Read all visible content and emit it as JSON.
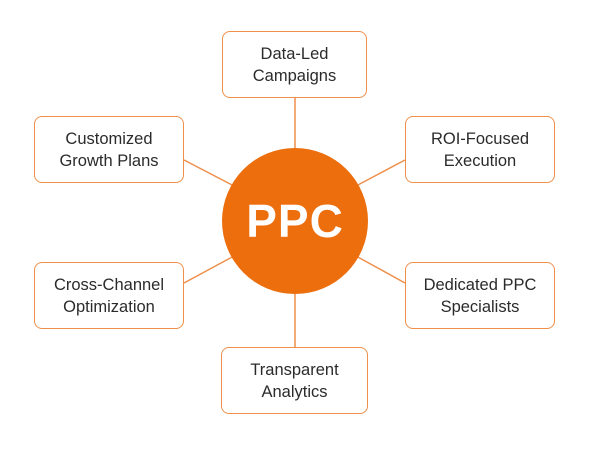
{
  "center": {
    "label": "PPC"
  },
  "nodes": {
    "top": {
      "label": "Data-Led\nCampaigns"
    },
    "top_left": {
      "label": "Customized\nGrowth Plans"
    },
    "top_right": {
      "label": "ROI-Focused\nExecution"
    },
    "bottom_left": {
      "label": "Cross-Channel\nOptimization"
    },
    "bottom_right": {
      "label": "Dedicated PPC\nSpecialists"
    },
    "bottom": {
      "label": "Transparent\nAnalytics"
    }
  },
  "colors": {
    "hub_fill": "#ec6e0d",
    "box_border": "#ee8f4a",
    "connector": "#ee8f4a",
    "text": "#2b2b2b",
    "hub_text": "#ffffff"
  }
}
